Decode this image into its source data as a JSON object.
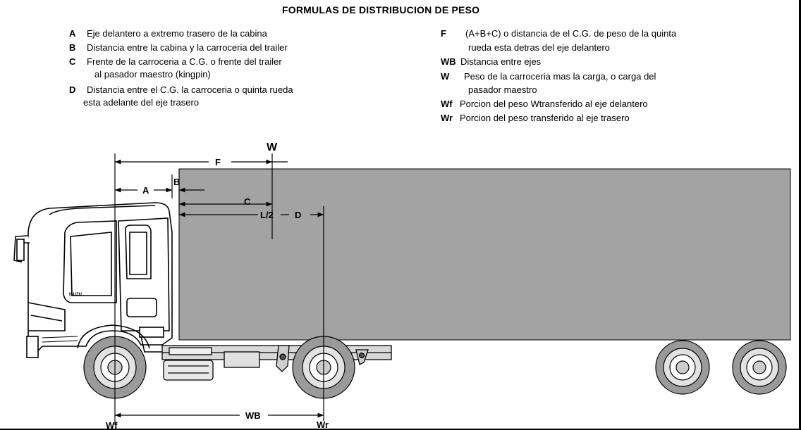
{
  "title": "FORMULAS DE DISTRIBUCION DE PESO",
  "legend_left": [
    {
      "key": "A",
      "lines": [
        "Eje delantero a extremo trasero de la cabina"
      ]
    },
    {
      "key": "B",
      "lines": [
        "Distancia entre la cabina y la carroceria del trailer"
      ]
    },
    {
      "key": "C",
      "lines": [
        "Frente de la carroceria a C.G. o frente del trailer",
        "al pasador maestro (kingpin)"
      ]
    },
    {
      "key": "D",
      "lines": [
        "Distancia entre el C.G. la carroceria o quinta rueda",
        "esta adelante del eje trasero"
      ]
    }
  ],
  "legend_right": [
    {
      "key": "F",
      "lines": [
        "(A+B+C) o distancia de el C.G. de peso de la quinta",
        "rueda esta detras del eje delantero"
      ]
    },
    {
      "key": "WB",
      "lines": [
        "Distancia entre ejes"
      ]
    },
    {
      "key": "W",
      "lines": [
        "Peso de la carroceria mas la carga, o carga del",
        "pasador maestro"
      ]
    },
    {
      "key": "Wf",
      "lines": [
        "Porcion del peso Wtransferido al eje delantero"
      ]
    },
    {
      "key": "Wr",
      "lines": [
        "Porcion del peso transferido al eje trasero"
      ]
    }
  ],
  "dimensions": {
    "F": "F",
    "W": "W",
    "A": "A",
    "B": "B",
    "C": "C",
    "L2": "L/2",
    "D": "D",
    "WB": "WB",
    "Wf": "Wf",
    "Wr": "Wr"
  },
  "cab_brand": "ISUZU",
  "colors": {
    "trailer_body": "#a3a3a3",
    "line": "#000000",
    "background": "#ffffff"
  }
}
